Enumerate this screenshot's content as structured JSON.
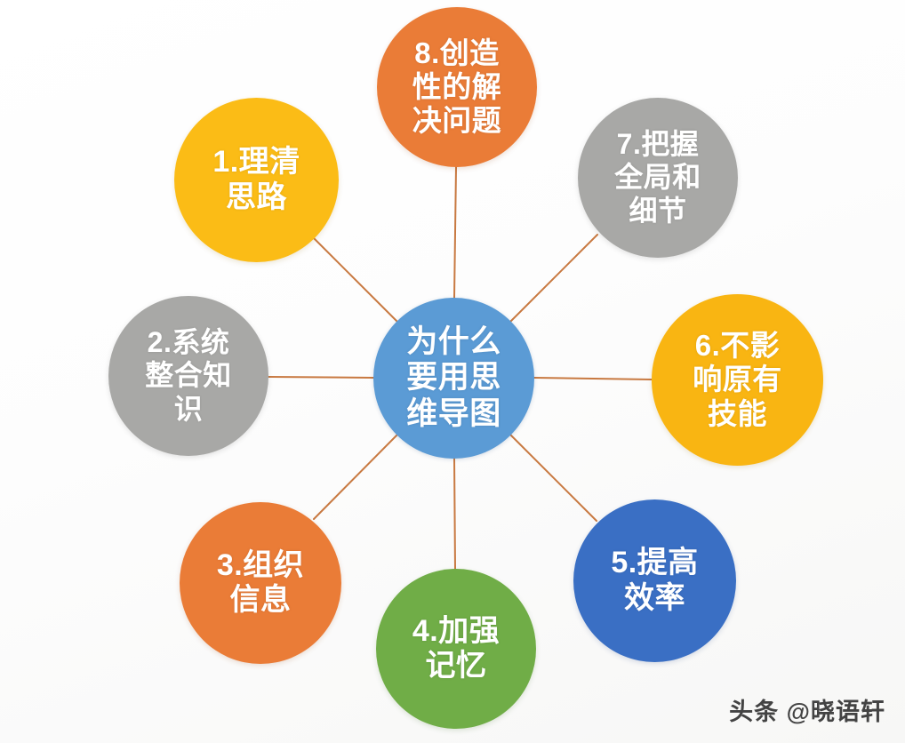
{
  "diagram": {
    "type": "radial-mind-map",
    "center": {
      "id": "center",
      "label": "为什么\n要用思\n维导图",
      "color": "#5b9bd5"
    },
    "branches": [
      {
        "id": "1",
        "number": "1.",
        "label": "1.理清\n思路",
        "color": "#fbbc16",
        "position": "upper-left"
      },
      {
        "id": "2",
        "number": "2.",
        "label": "2.系统\n整合知\n识",
        "color": "#a8a8a6",
        "position": "left"
      },
      {
        "id": "3",
        "number": "3.",
        "label": "3.组织\n信息",
        "color": "#ea7c37",
        "position": "lower-left"
      },
      {
        "id": "4",
        "number": "4.",
        "label": "4.加强\n记忆",
        "color": "#70ad47",
        "position": "bottom"
      },
      {
        "id": "5",
        "number": "5.",
        "label": "5.提高\n效率",
        "color": "#3a6fc4",
        "position": "lower-right"
      },
      {
        "id": "6",
        "number": "6.",
        "label": "6.不影\n响原有\n技能",
        "color": "#f9b512",
        "position": "right"
      },
      {
        "id": "7",
        "number": "7.",
        "label": "7.把握\n全局和\n细节",
        "color": "#a8a8a6",
        "position": "upper-right"
      },
      {
        "id": "8",
        "number": "8.",
        "label": "8.创造\n性的解\n决问题",
        "color": "#ea7c37",
        "position": "top"
      }
    ],
    "connector_color": "#c87941"
  },
  "watermark": {
    "text": "头条 @晓语轩"
  }
}
